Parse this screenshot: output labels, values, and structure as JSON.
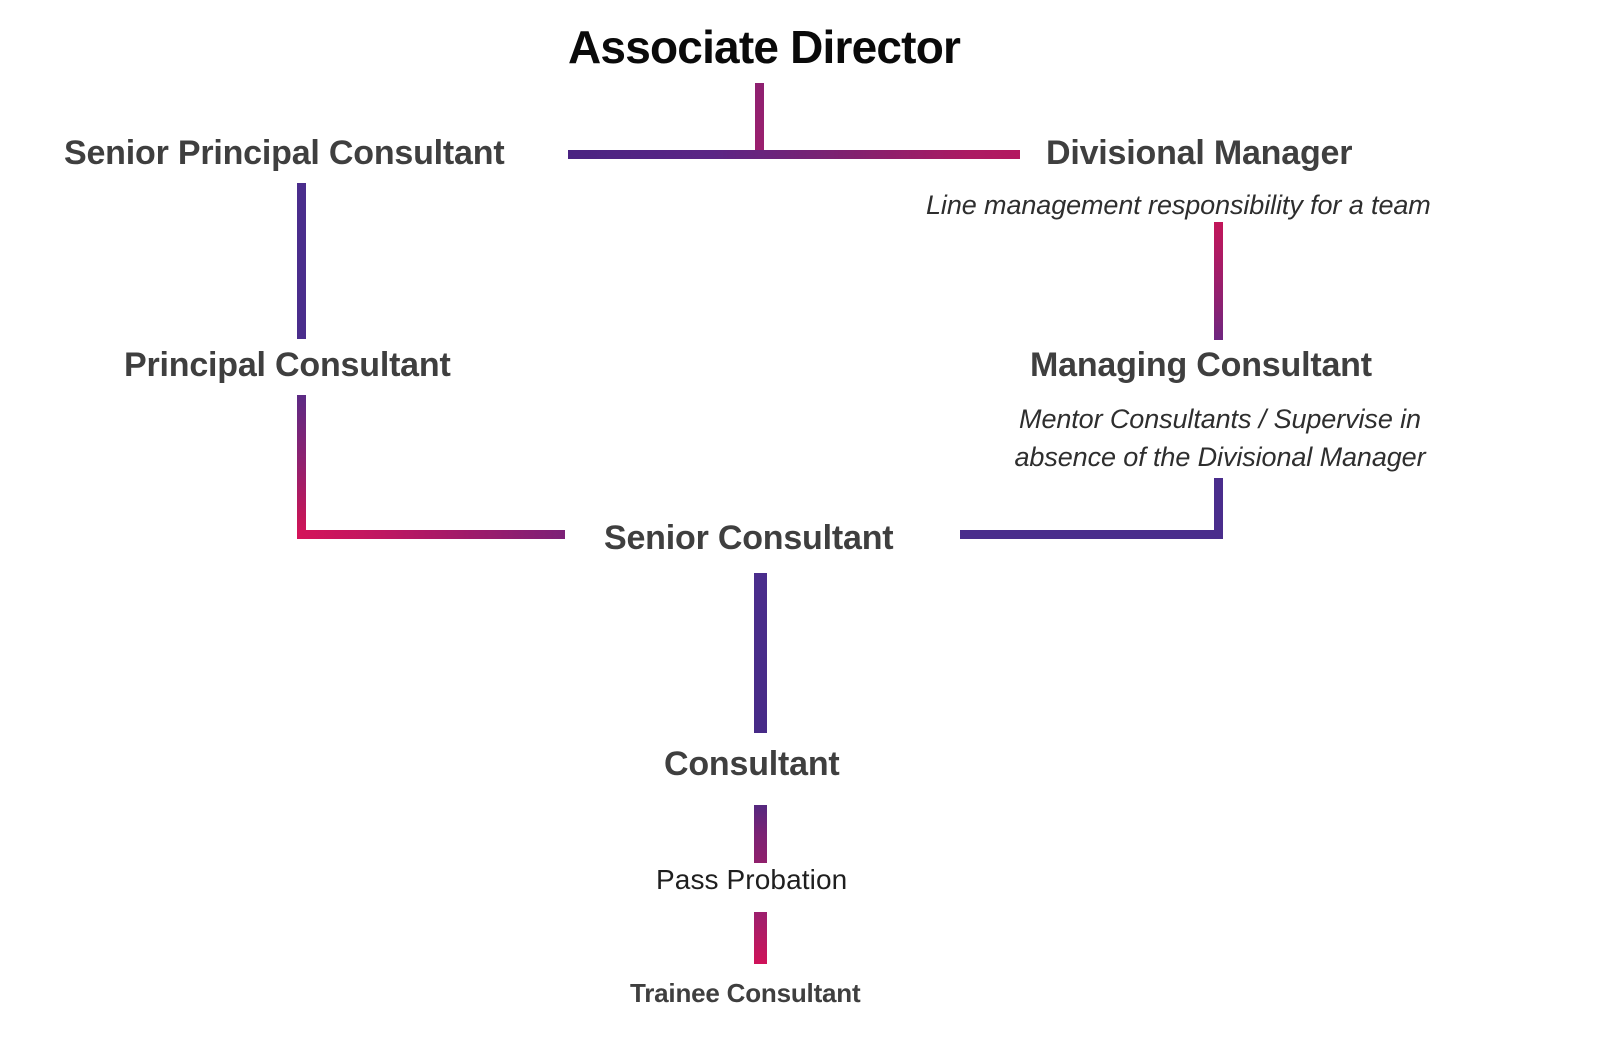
{
  "diagram": {
    "title": "Associate Director",
    "type": "org-chart",
    "background": "#ffffff",
    "palette": {
      "purple": "#4a2d8c",
      "deep_purple": "#4a2382",
      "magenta": "#9c1f6e",
      "crimson": "#d4145a",
      "text_dark": "#3f3f3f",
      "text_black": "#0a0a0a",
      "note_gray": "#2e2e2e"
    }
  },
  "nodes": {
    "associate_director": {
      "label": "Associate Director"
    },
    "senior_principal_consultant": {
      "label": "Senior Principal Consultant"
    },
    "divisional_manager": {
      "label": "Divisional Manager",
      "note": "Line management responsibility for a team"
    },
    "principal_consultant": {
      "label": "Principal Consultant"
    },
    "managing_consultant": {
      "label": "Managing Consultant",
      "note_line1": "Mentor Consultants / Supervise in",
      "note_line2": "absence of the Divisional Manager"
    },
    "senior_consultant": {
      "label": "Senior Consultant"
    },
    "consultant": {
      "label": "Consultant"
    },
    "pass_probation": {
      "label": "Pass Probation"
    },
    "trainee_consultant": {
      "label": "Trainee Consultant"
    }
  },
  "connectors": {
    "root_stub": {
      "name": "associate-director-down-stub"
    },
    "top_bar": {
      "name": "senior-principal-to-divisional-bar"
    },
    "spc_down": {
      "name": "senior-principal-to-principal"
    },
    "pc_elbow": {
      "name": "principal-to-senior-consultant-elbow"
    },
    "dm_down": {
      "name": "divisional-to-managing"
    },
    "mc_elbow": {
      "name": "managing-to-senior-consultant-elbow"
    },
    "sc_down": {
      "name": "senior-consultant-to-consultant"
    },
    "c_down": {
      "name": "consultant-to-pass-probation"
    },
    "pp_down": {
      "name": "pass-probation-to-trainee"
    }
  }
}
